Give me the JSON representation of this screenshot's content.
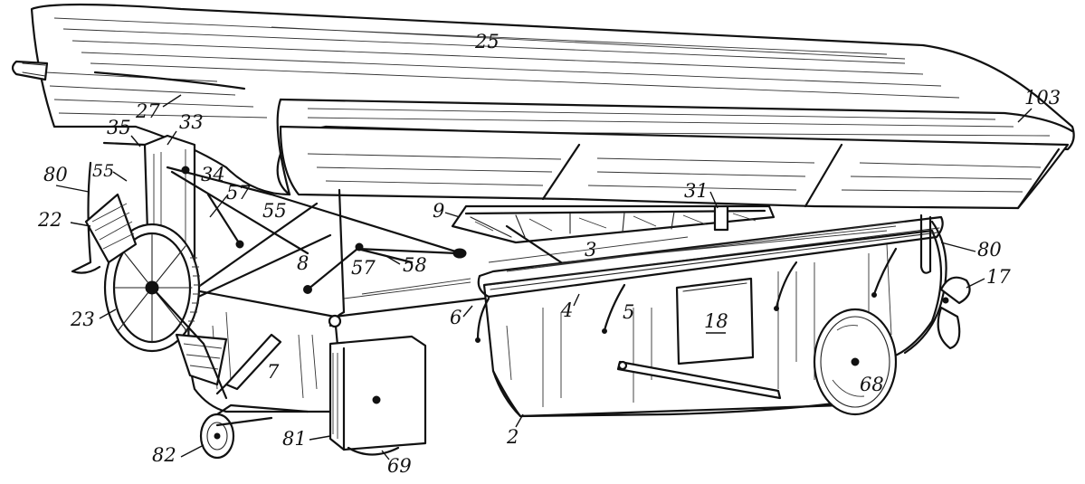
{
  "figure": {
    "reference_numerals": [
      "25",
      "103",
      "27",
      "33",
      "35",
      "80",
      "55",
      "34",
      "57",
      "55",
      "22",
      "9",
      "31",
      "3",
      "80",
      "8",
      "57",
      "58",
      "17",
      "23",
      "6",
      "4",
      "5",
      "18",
      "7",
      "68",
      "2",
      "81",
      "82",
      "69"
    ]
  }
}
